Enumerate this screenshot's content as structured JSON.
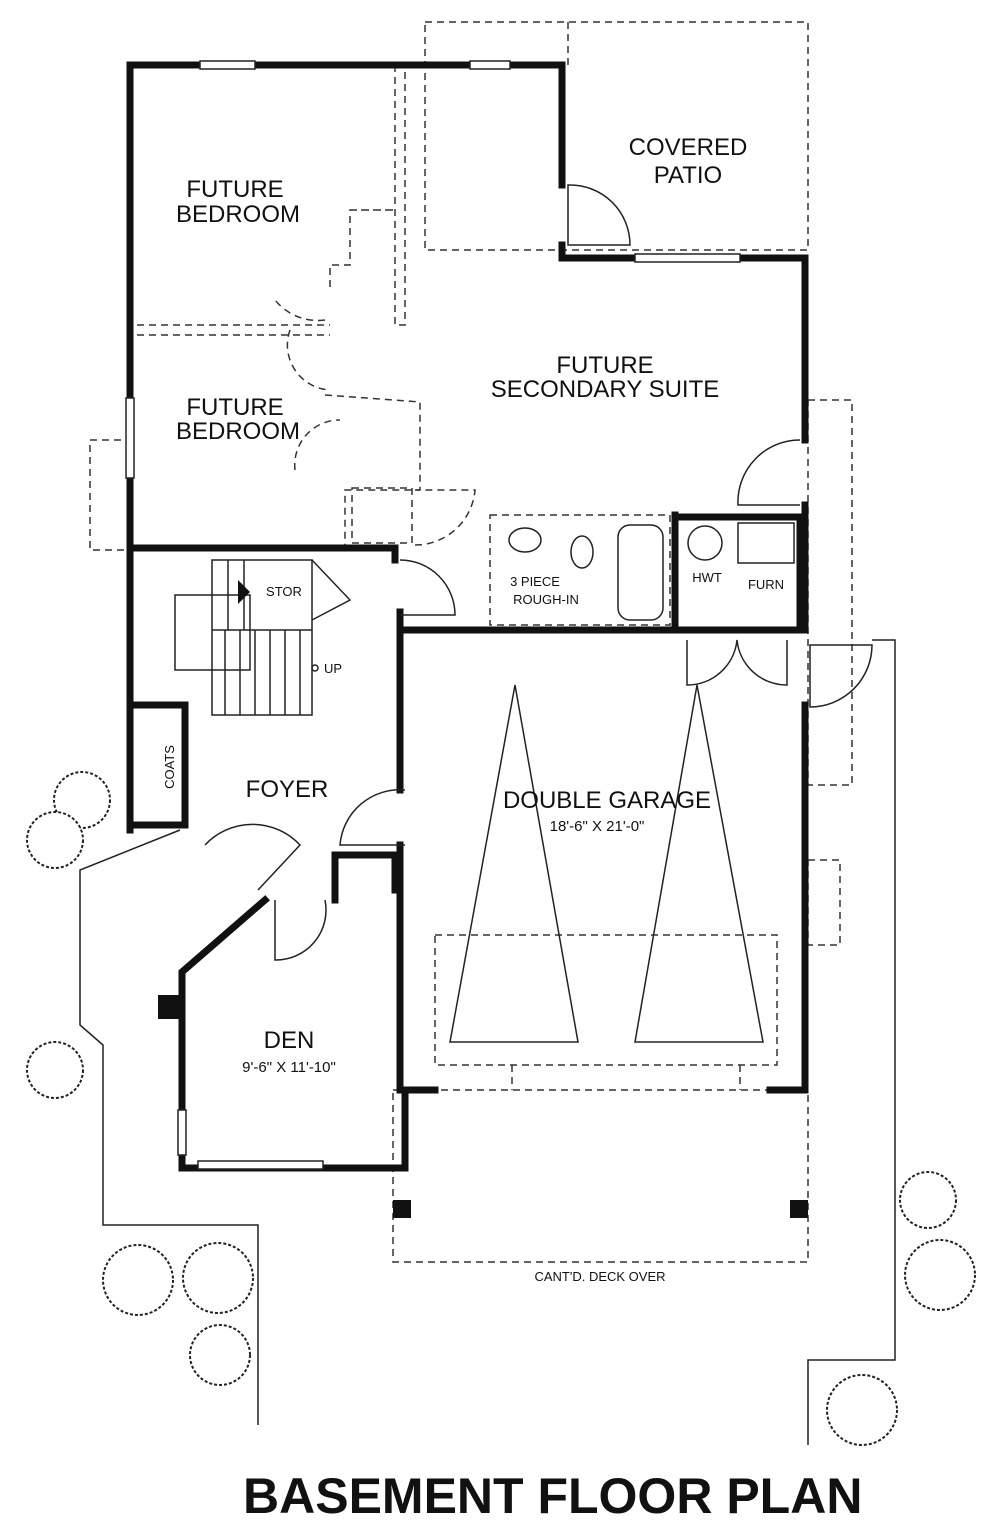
{
  "title": "BASEMENT FLOOR PLAN",
  "rooms": {
    "covered_patio": [
      "COVERED",
      "PATIO"
    ],
    "bedroom_upper": [
      "FUTURE",
      "BEDROOM"
    ],
    "bedroom_lower": [
      "FUTURE",
      "BEDROOM"
    ],
    "secondary_suite": [
      "FUTURE",
      "SECONDARY SUITE"
    ],
    "storage": "STOR",
    "stairs_up": "UP",
    "bath": [
      "3 PIECE",
      "ROUGH-IN"
    ],
    "hwt": "HWT",
    "furnace": "FURN",
    "coats": "COATS",
    "foyer": "FOYER",
    "garage": {
      "name": "DOUBLE GARAGE",
      "size": "18'-6\" X 21'-0\""
    },
    "den": {
      "name": "DEN",
      "size": "9'-6\" X 11'-10\""
    },
    "deck": "CANT'D. DECK OVER"
  }
}
